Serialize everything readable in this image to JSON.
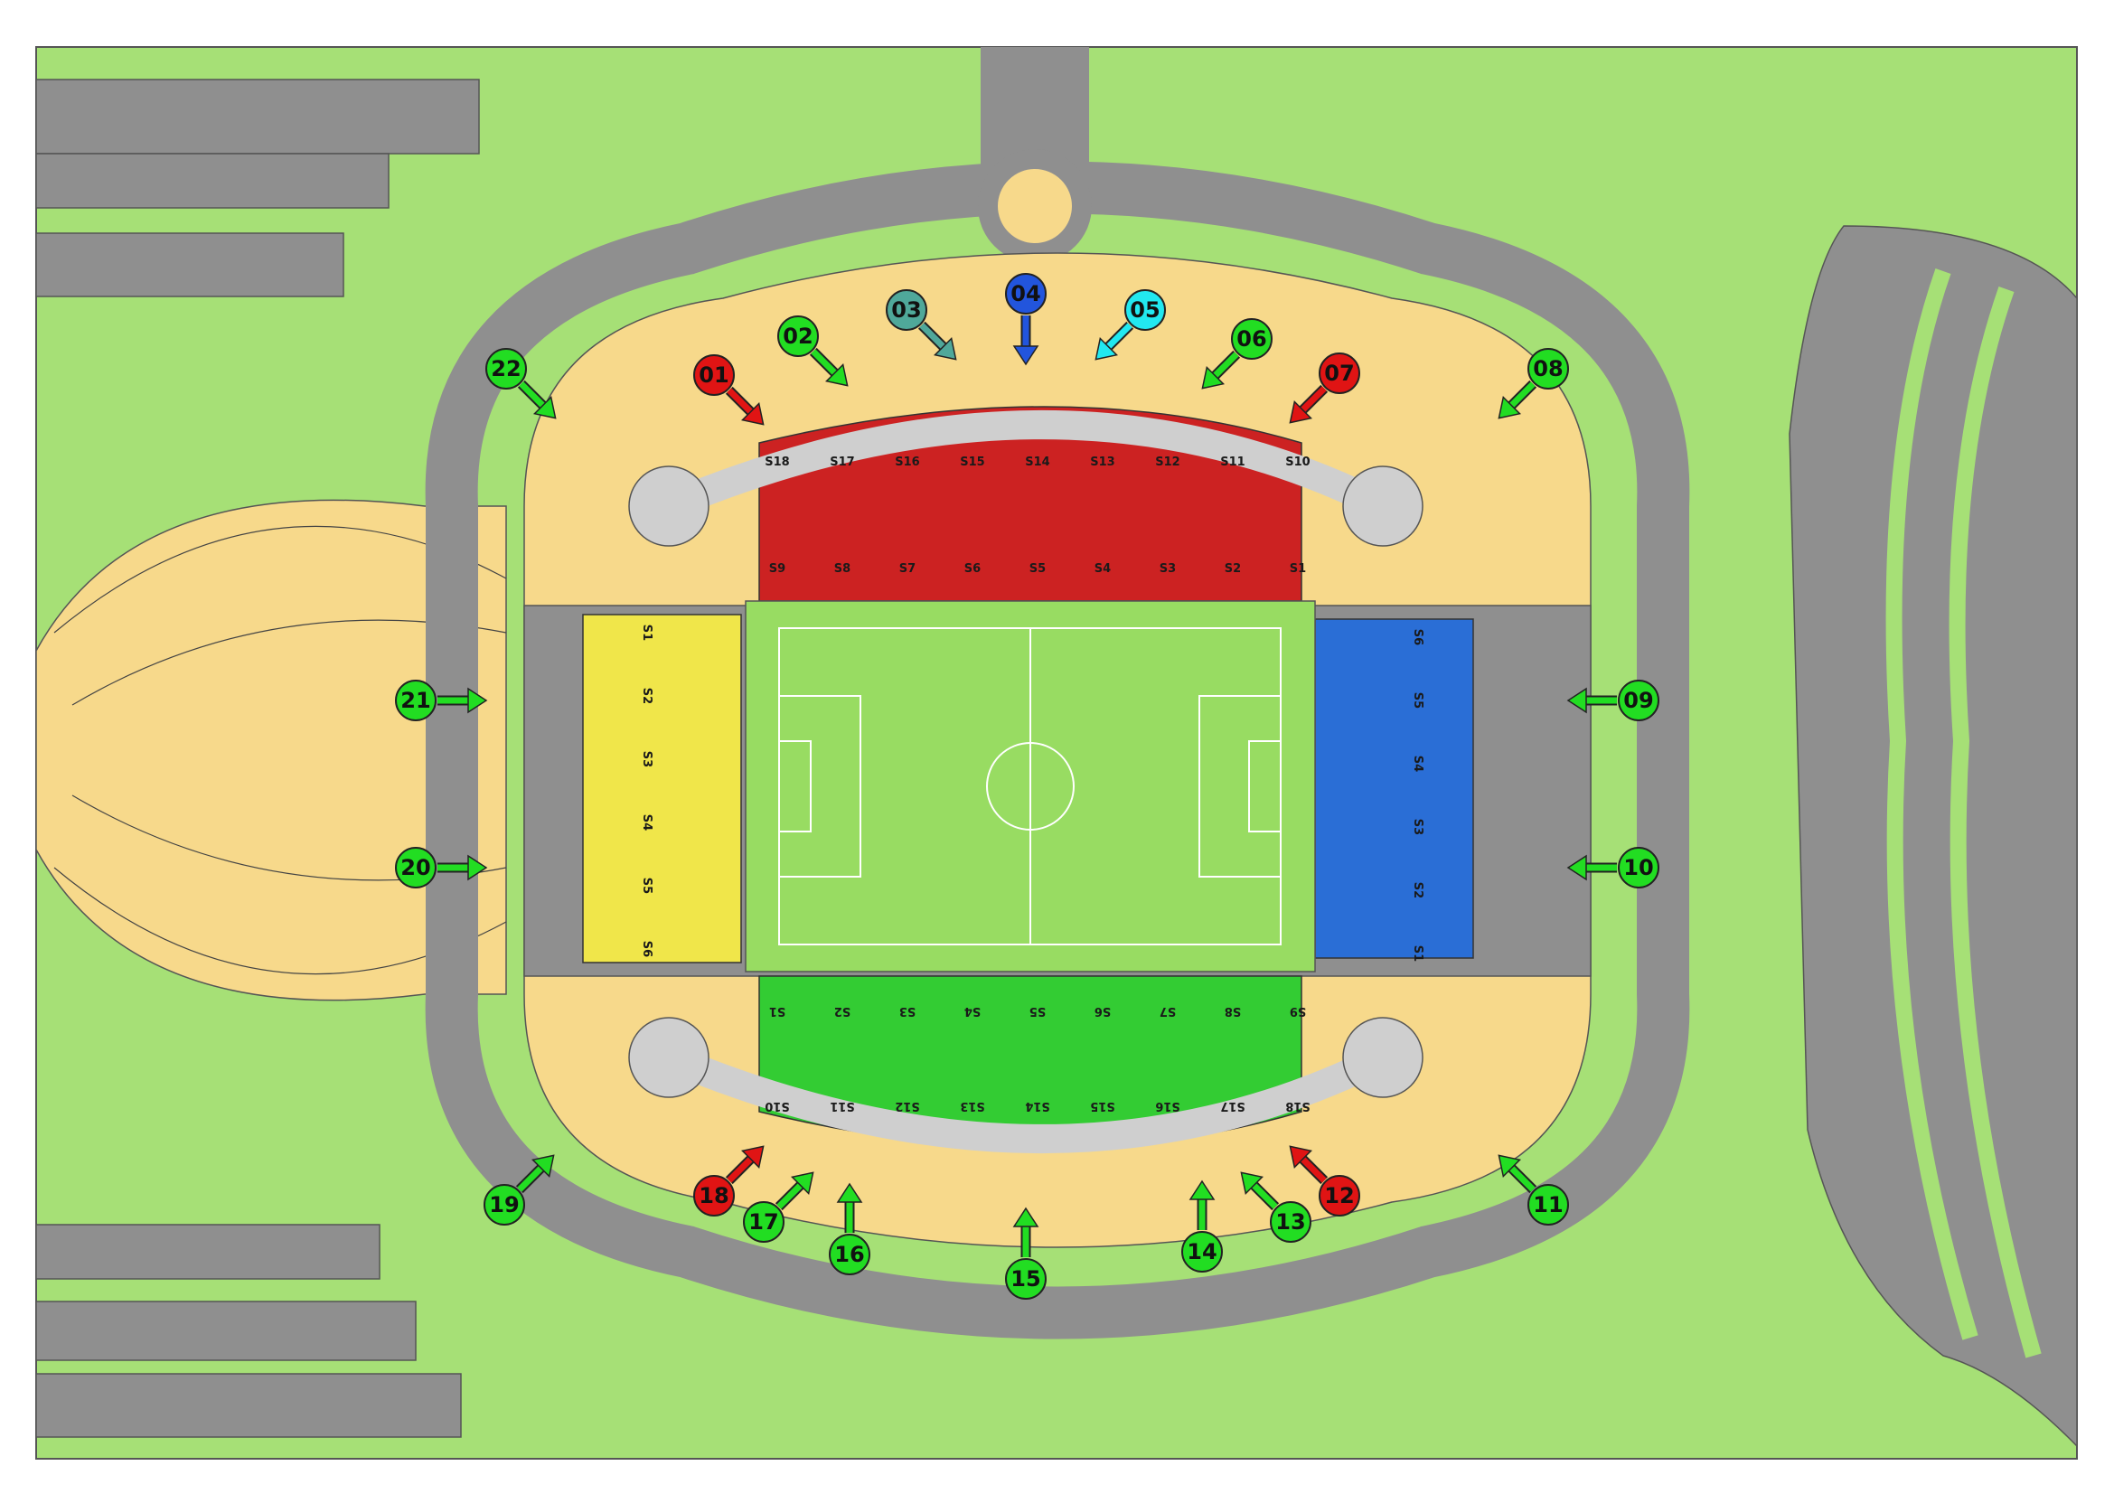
{
  "colors": {
    "grass": "#a6e076",
    "road": "#8f8f8f",
    "plaza": "#f7d98b",
    "pitch": "#98dc62",
    "pitch_line": "#ffffff",
    "tower_ring": "#cfcfcf",
    "outline": "#4b5a9a",
    "stand_north": "#cc2222",
    "stand_south": "#33cc33",
    "stand_west": "#f0e64a",
    "stand_east": "#2a6ed6",
    "gate_green": "#22dd22",
    "gate_red": "#e01414",
    "gate_blue": "#2255dd",
    "gate_cyan": "#22e8f0",
    "gate_teal": "#4fa89a"
  },
  "gates": [
    {
      "id": "01",
      "label": "01",
      "color": "red",
      "arrow": "down-right"
    },
    {
      "id": "02",
      "label": "02",
      "color": "green",
      "arrow": "down-right"
    },
    {
      "id": "03",
      "label": "03",
      "color": "teal",
      "arrow": "down-right"
    },
    {
      "id": "04",
      "label": "04",
      "color": "blue",
      "arrow": "down"
    },
    {
      "id": "05",
      "label": "05",
      "color": "cyan",
      "arrow": "down-left"
    },
    {
      "id": "06",
      "label": "06",
      "color": "green",
      "arrow": "down-left"
    },
    {
      "id": "07",
      "label": "07",
      "color": "red",
      "arrow": "down-left"
    },
    {
      "id": "08",
      "label": "08",
      "color": "green",
      "arrow": "down-left"
    },
    {
      "id": "09",
      "label": "09",
      "color": "green",
      "arrow": "left"
    },
    {
      "id": "10",
      "label": "10",
      "color": "green",
      "arrow": "left"
    },
    {
      "id": "11",
      "label": "11",
      "color": "green",
      "arrow": "up-left"
    },
    {
      "id": "12",
      "label": "12",
      "color": "red",
      "arrow": "up-left"
    },
    {
      "id": "13",
      "label": "13",
      "color": "green",
      "arrow": "up-left"
    },
    {
      "id": "14",
      "label": "14",
      "color": "green",
      "arrow": "up"
    },
    {
      "id": "15",
      "label": "15",
      "color": "green",
      "arrow": "up"
    },
    {
      "id": "16",
      "label": "16",
      "color": "green",
      "arrow": "up"
    },
    {
      "id": "17",
      "label": "17",
      "color": "green",
      "arrow": "up-right"
    },
    {
      "id": "18",
      "label": "18",
      "color": "red",
      "arrow": "up-right"
    },
    {
      "id": "19",
      "label": "19",
      "color": "green",
      "arrow": "up-right"
    },
    {
      "id": "20",
      "label": "20",
      "color": "green",
      "arrow": "right"
    },
    {
      "id": "21",
      "label": "21",
      "color": "green",
      "arrow": "right"
    },
    {
      "id": "22",
      "label": "22",
      "color": "green",
      "arrow": "down-right"
    }
  ],
  "stands": {
    "north_upper": [
      "S18",
      "S17",
      "S16",
      "S15",
      "S14",
      "S13",
      "S12",
      "S11",
      "S10"
    ],
    "north_lower": [
      "S9",
      "S8",
      "S7",
      "S6",
      "S5",
      "S4",
      "S3",
      "S2",
      "S1"
    ],
    "south_upper": [
      "S1",
      "S2",
      "S3",
      "S4",
      "S5",
      "S6",
      "S7",
      "S8",
      "S9"
    ],
    "south_lower": [
      "S10",
      "S11",
      "S12",
      "S13",
      "S14",
      "S15",
      "S16",
      "S17",
      "S18"
    ],
    "west": [
      "S1",
      "S2",
      "S3",
      "S4",
      "S5",
      "S6"
    ],
    "east": [
      "S6",
      "S5",
      "S4",
      "S3",
      "S2",
      "S1"
    ]
  }
}
